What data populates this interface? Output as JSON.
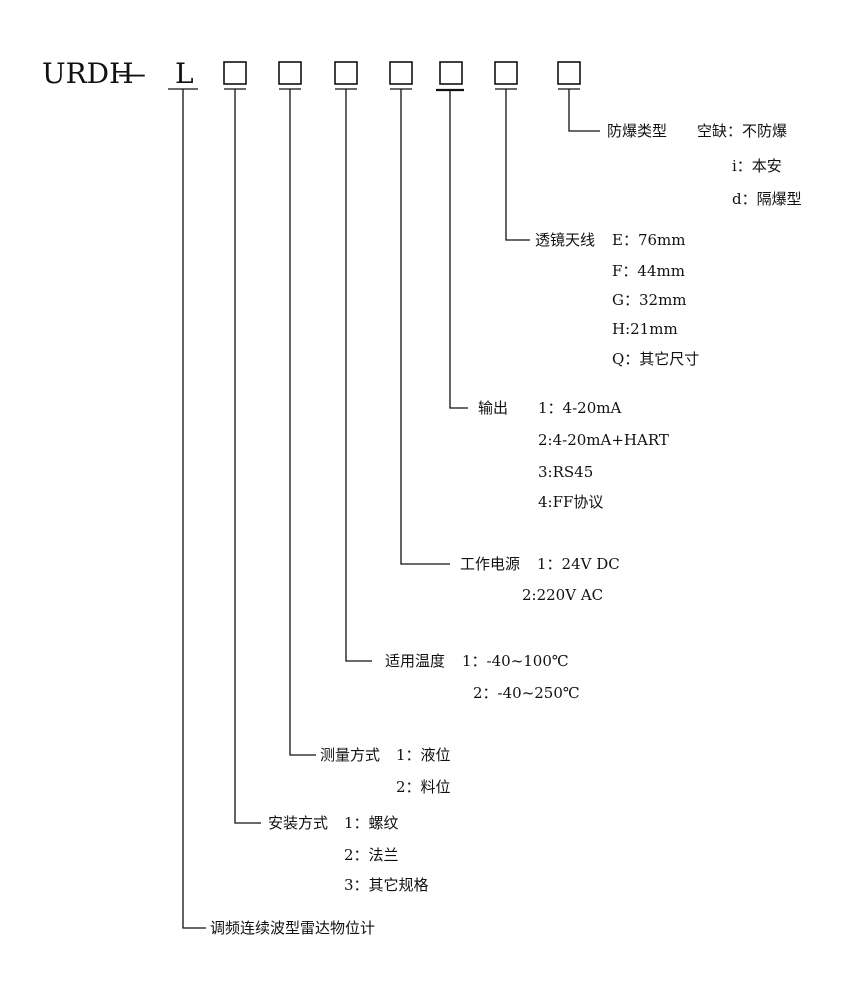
{
  "model_code": {
    "prefix": "URDH",
    "dash": "—",
    "letter": "L"
  },
  "fields": [
    {
      "label": "防爆类型",
      "options": [
        "空缺：不防爆",
        "i：本安",
        "d：隔爆型"
      ]
    },
    {
      "label": "透镜天线",
      "options": [
        "E：76mm",
        "F：44mm",
        "G：32mm",
        "H:21mm",
        "Q：其它尺寸"
      ]
    },
    {
      "label": "输出",
      "options": [
        "1：4-20mA",
        "2:4-20mA+HART",
        "3:RS45",
        "4:FF协议"
      ]
    },
    {
      "label": "工作电源",
      "options": [
        "1：24V DC",
        "2:220V AC"
      ]
    },
    {
      "label": "适用温度",
      "options": [
        "1：-40~100℃",
        "2：-40~250℃"
      ]
    },
    {
      "label": "测量方式",
      "options": [
        "1：液位",
        "2：料位"
      ]
    },
    {
      "label": "安装方式",
      "options": [
        "1：螺纹",
        "2：法兰",
        "3：其它规格"
      ]
    },
    {
      "label": "调频连续波型雷达物位计",
      "options": []
    }
  ]
}
